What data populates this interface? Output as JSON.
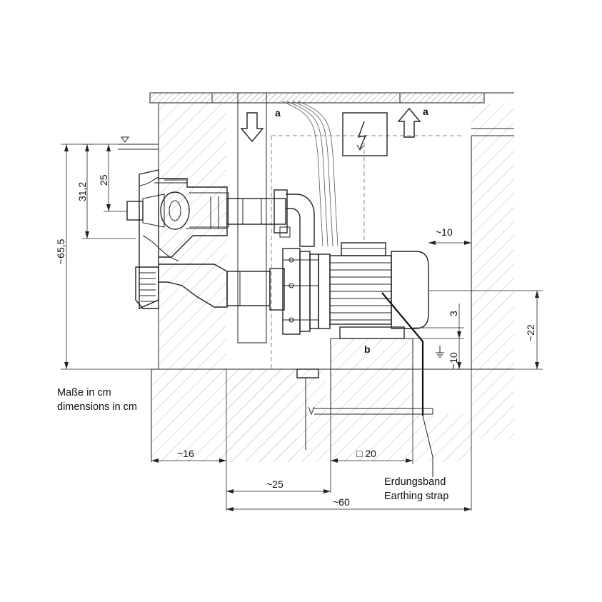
{
  "notes": {
    "units_de": "Maße in cm",
    "units_en": "dimensions in cm",
    "strap_de": "Erdungsband",
    "strap_en": "Earthing strap"
  },
  "labels": {
    "pipe_a_in": "a",
    "pipe_a_out": "a",
    "base_b": "b"
  },
  "dimensions": {
    "d_65_5": "~65,5",
    "d_31_2": "31,2",
    "d_25": "25",
    "d_10_top": "~10",
    "d_3": "3",
    "d_10_bottom": "~10",
    "d_22": "~22",
    "d_16": "~16",
    "d_20": "□ 20",
    "d_25_bottom": "~25",
    "d_60": "~60"
  }
}
